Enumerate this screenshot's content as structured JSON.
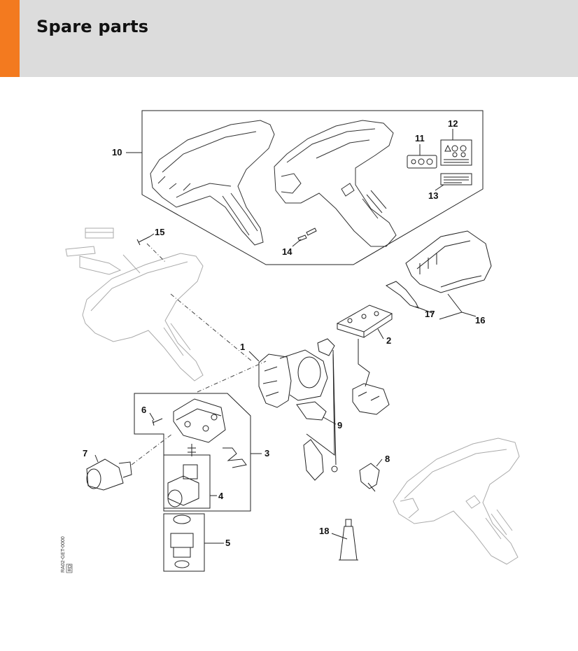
{
  "header": {
    "title": "Spare parts",
    "accent_color": "#f37a1f",
    "background_color": "#dcdcdc"
  },
  "diagram": {
    "drawing_code": "RA02-GET-0000",
    "drawing_code_sub": "RD",
    "callouts": [
      "1",
      "2",
      "3",
      "4",
      "5",
      "6",
      "7",
      "8",
      "9",
      "10",
      "11",
      "12",
      "13",
      "14",
      "15",
      "16",
      "17",
      "18"
    ]
  }
}
